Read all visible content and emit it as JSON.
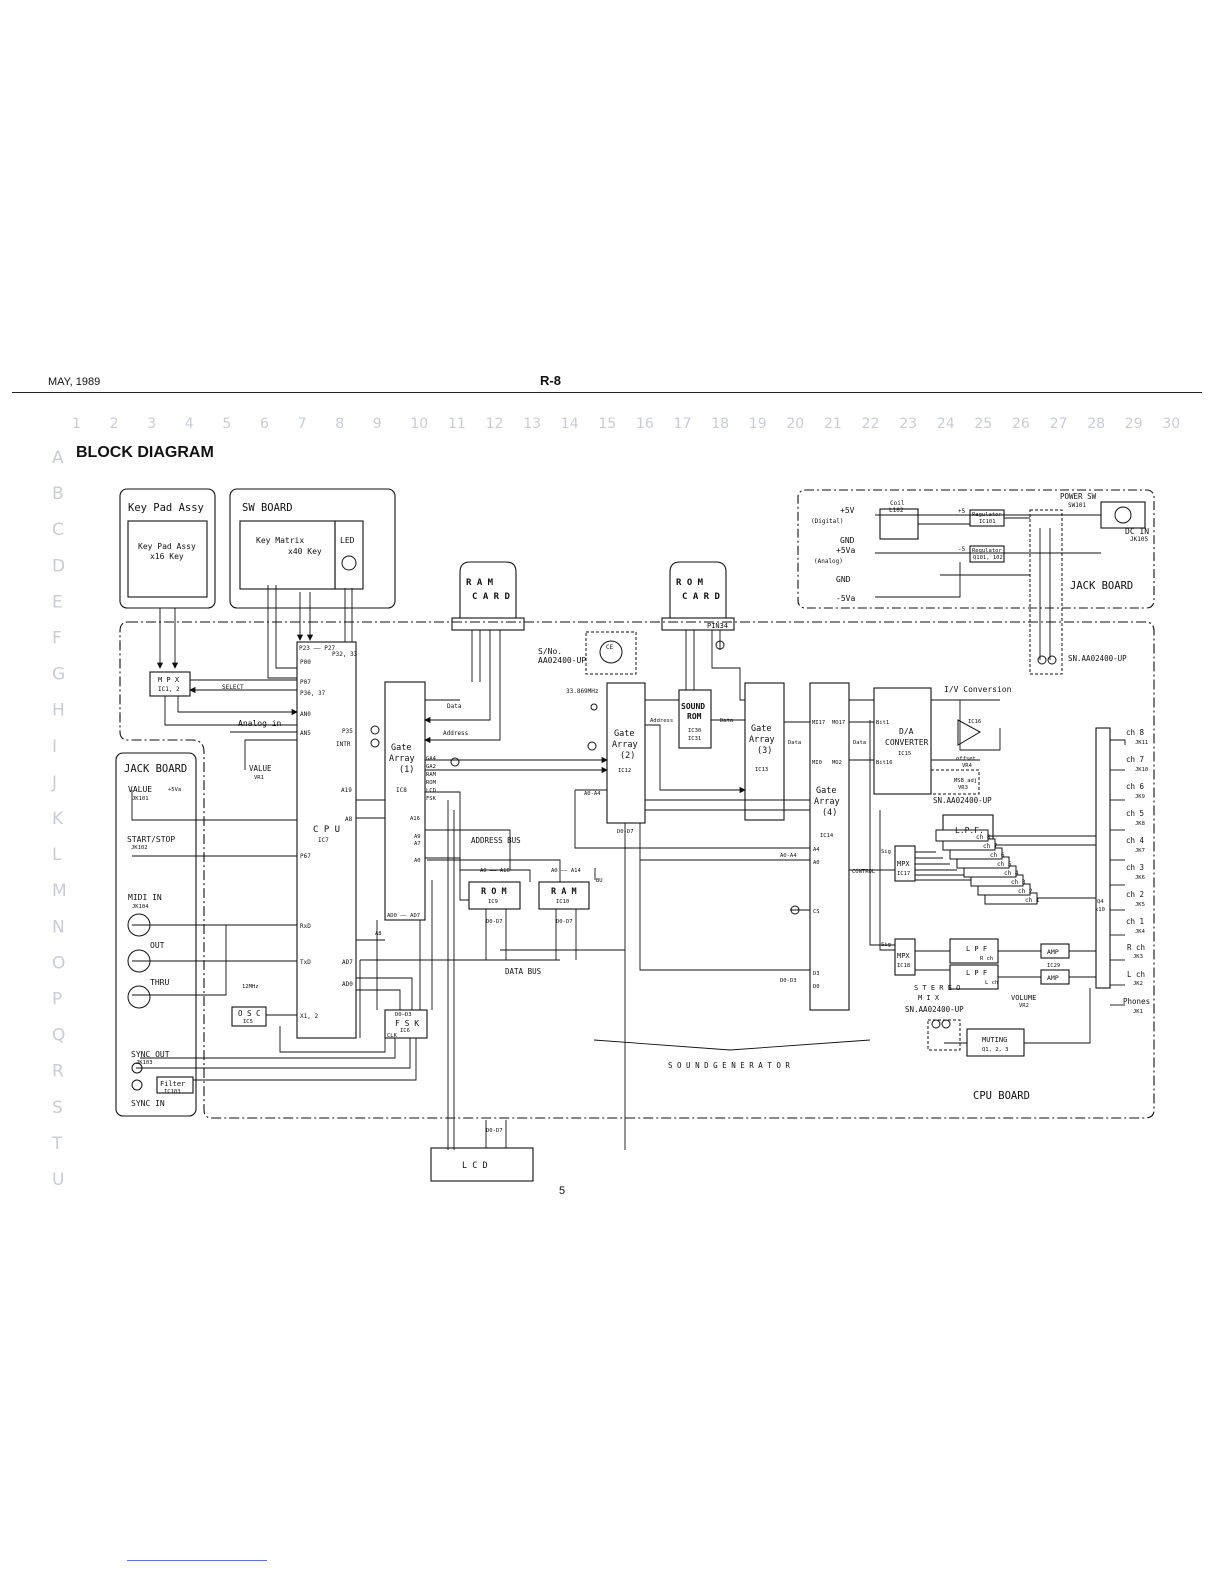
{
  "header": {
    "date": "MAY, 1989",
    "model": "R-8"
  },
  "title": "BLOCK DIAGRAM",
  "page_number": "5",
  "grid": {
    "columns": [
      "1",
      "2",
      "3",
      "4",
      "5",
      "6",
      "7",
      "8",
      "9",
      "10",
      "11",
      "12",
      "13",
      "14",
      "15",
      "16",
      "17",
      "18",
      "19",
      "20",
      "21",
      "22",
      "23",
      "24",
      "25",
      "26",
      "27",
      "28",
      "29",
      "30"
    ],
    "rows": [
      "A",
      "B",
      "C",
      "D",
      "E",
      "F",
      "G",
      "H",
      "I",
      "J",
      "K",
      "L",
      "M",
      "N",
      "O",
      "P",
      "Q",
      "R",
      "S",
      "T",
      "U"
    ]
  },
  "regions": {
    "keypad": {
      "title": "Key Pad Assy",
      "inner1": "Key Pad Assy",
      "inner2": "x16 Key"
    },
    "sw_board": {
      "title": "SW BOARD",
      "matrix1": "Key Matrix",
      "matrix2": "x40 Key",
      "led": "LED"
    },
    "jack_board_top": {
      "title": "JACK BOARD",
      "power_sw": "POWER SW",
      "power_sw_ref": "SW101",
      "dc_in": "DC IN",
      "dc_in_ref": "JK105",
      "sn": "SN.AA02400-UP"
    },
    "jack_board_left": {
      "title": "JACK BOARD"
    },
    "cpu_board": {
      "title": "CPU BOARD"
    }
  },
  "blocks": {
    "ram_card": {
      "line1": "R A M",
      "line2": "C A R D"
    },
    "rom_card": {
      "line1": "R O M",
      "line2": "C A R D",
      "pin": "PIN34"
    },
    "mpx1": {
      "line1": "M P X",
      "line2": "IC1, 2"
    },
    "cpu": {
      "line1": "C P U",
      "line2": "IC7"
    },
    "ga1": {
      "line1": "Gate",
      "line2": "Array",
      "line3": "(1)",
      "ic": "IC8"
    },
    "ga2": {
      "line1": "Gate",
      "line2": "Array",
      "line3": "(2)",
      "ic": "IC12"
    },
    "ga3": {
      "line1": "Gate",
      "line2": "Array",
      "line3": "(3)",
      "ic": "IC13"
    },
    "ga4": {
      "line1": "Gate",
      "line2": "Array",
      "line3": "(4)",
      "ic": "IC14"
    },
    "sound_rom": {
      "line1": "SOUND",
      "line2": "ROM",
      "ic1": "IC30",
      "ic2": "IC31"
    },
    "dac": {
      "line1": "D/A",
      "line2": "CONVERTER",
      "ic": "IC15",
      "bit1": "Bit1",
      "bit16": "Bit16"
    },
    "rom": {
      "line1": "R O M",
      "ic": "IC9",
      "bus": "D0-D7",
      "addr": "A0 —— A16"
    },
    "ram": {
      "line1": "R A M",
      "ic": "IC10",
      "bus": "D0-D7",
      "addr": "A0 —— A14",
      "bu": "BU"
    },
    "osc": {
      "line1": "O S C",
      "ic": "IC5",
      "freq": "12MHz"
    },
    "fsk": {
      "line1": "F S K",
      "ic": "IC6",
      "d": "D0—D3",
      "clk": "CLK"
    },
    "lcd": {
      "line1": "L C D",
      "bus": "D0-D7"
    },
    "mpx17": {
      "line1": "MPX",
      "ic": "IC17",
      "sig": "Sig"
    },
    "mpx18": {
      "line1": "MPX",
      "ic": "IC18",
      "sig": "Sig"
    },
    "lpf_main": {
      "line1": "L.P.F."
    },
    "lpf_r": {
      "line1": "L P F",
      "line2": "R ch"
    },
    "lpf_l": {
      "line1": "L P F",
      "line2": "L ch"
    },
    "amp1": {
      "line1": "AMP"
    },
    "amp2": {
      "line1": "AMP"
    },
    "ic29": "IC29",
    "muting": {
      "line1": "MUTING",
      "line2": "Q1, 2, 3"
    },
    "filter": {
      "line1": "Filter",
      "ic": "IC103"
    },
    "reg1": {
      "line1": "Regulator",
      "line2": "IC101"
    },
    "reg2": {
      "line1": "Regulator",
      "line2": "Q101, 102"
    },
    "coil": {
      "line1": "Coil",
      "line2": "L102"
    }
  },
  "labels": {
    "p5v": "+5V",
    "digital": "(Digital)",
    "gnd": "GND",
    "p5va": "+5Va",
    "analog": "(Analog)",
    "m5va": "-5Va",
    "p5": "+5",
    "m5": "-5",
    "select": "SELECT",
    "analog_in": "Analog in",
    "p23": "P23 —— P27",
    "p3233": "P32, 33",
    "p00": "P00",
    "p07": "P07",
    "p3637": "P36, 37",
    "an0": "AN0",
    "an5": "AN5",
    "p35": "P35",
    "intr": "INTR",
    "a19": "A19",
    "a8": "A8",
    "p67": "P67",
    "rxd": "RxD",
    "txd": "TxD",
    "ad7": "AD7",
    "ad0": "AD0",
    "x12": "X1, 2",
    "ad0_ad7": "AD0 —— AD7",
    "a16": "A16",
    "a9": "A9",
    "a7": "A7",
    "a0": "A0",
    "ga4": "GA4",
    "ga2": "GA2",
    "ram_sig": "RAM",
    "rom_sig": "ROM",
    "lcd_sig": "LCD",
    "fsk_sig": "FSK",
    "data": "Data",
    "address": "Address",
    "address_bus": "ADDRESS BUS",
    "data_bus": "DATA BUS",
    "sn_no": "S/No.",
    "sn_val": "AA02400-UP",
    "ce": "CE",
    "xtal": "33.869MHz",
    "a0_a4": "A0-A4",
    "a4": "A4",
    "a0s": "A0",
    "cs": "CS",
    "d3": "D3",
    "d0": "D0",
    "d0_d3": "D0-D3",
    "d0_d7": "D0-D7",
    "mi17": "MI17",
    "mo17": "MO17",
    "mi0": "MI0",
    "mo2": "MO2",
    "control": "CONTROL",
    "iv": "I/V Conversion",
    "ic16": "IC16",
    "offset": "offset",
    "vr4": "VR4",
    "msb": "MSB adj",
    "vr3": "VR3",
    "sn2": "SN.AA02400-UP",
    "sn3": "SN.AA02400-UP",
    "q4": "Q4",
    "x10": "x10",
    "stereo": "S T E R E O",
    "mix": "M I X",
    "volume": "VOLUME",
    "vr2": "VR2",
    "sound_gen": "S O U N D   G E N E R A T O R",
    "value": "VALUE",
    "jk101": "JK101",
    "p5va_s": "+5Va",
    "value_vr": "VALUE",
    "vr1": "VR1",
    "start_stop": "START/STOP",
    "jk102": "JK102",
    "midi_in": "MIDI IN",
    "jk104": "JK104",
    "out": "OUT",
    "thru": "THRU",
    "sync_out": "SYNC OUT",
    "jk103": "JK103",
    "sync_in": "SYNC IN",
    "phones": "Phones",
    "ch": [
      "ch 8",
      "ch 7",
      "ch 6",
      "ch 5",
      "ch 4",
      "ch 3",
      "ch 2",
      "ch 1"
    ],
    "lpf_ch": [
      "ch 8",
      "ch 7",
      "ch 6",
      "ch 5",
      "ch 4",
      "ch 3",
      "ch 2",
      "ch 1"
    ],
    "jk": [
      "JK11",
      "JK10",
      "JK9",
      "JK8",
      "JK7",
      "JK6",
      "JK5",
      "JK4"
    ],
    "r_ch": "R ch",
    "jk3": "JK3",
    "l_ch": "L ch",
    "jk2": "JK2",
    "jk1": "JK1"
  }
}
